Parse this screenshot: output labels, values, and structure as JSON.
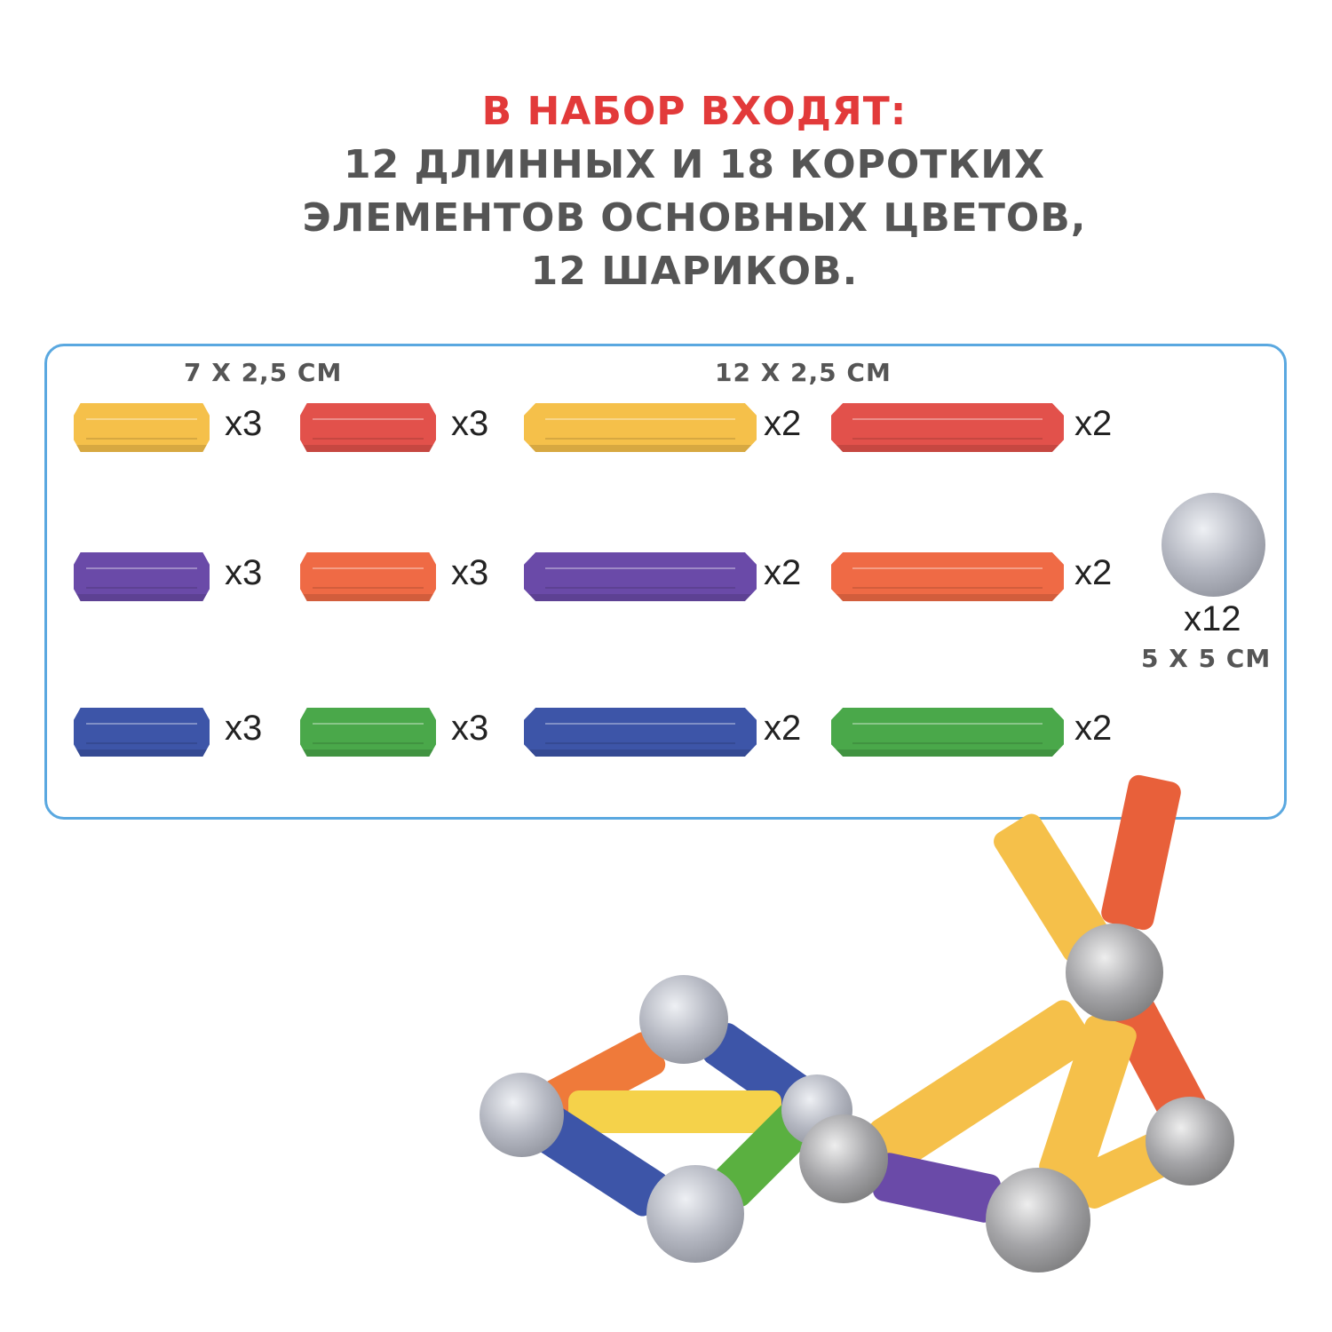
{
  "header": {
    "title": "В НАБОР ВХОДЯТ:",
    "line1": "12 ДЛИННЫХ И 18 КОРОТКИХ",
    "line2": "ЭЛЕМЕНТОВ ОСНОВНЫХ ЦВЕТОВ,",
    "line3": "12 ШАРИКОВ."
  },
  "colors": {
    "title": "#e23a3a",
    "text": "#555555",
    "border": "#5aa8e0"
  },
  "short_size": "7 X 2,5 CM",
  "long_size": "12 X 2,5 CM",
  "short_rods": [
    {
      "color": "#f5c04a",
      "count": "x3"
    },
    {
      "color": "#e2514b",
      "count": "x3"
    },
    {
      "color": "#6a4aa8",
      "count": "x3"
    },
    {
      "color": "#ef6a45",
      "count": "x3"
    },
    {
      "color": "#3d55a8",
      "count": "x3"
    },
    {
      "color": "#4aa84a",
      "count": "x3"
    }
  ],
  "long_rods": [
    {
      "color": "#f5c04a",
      "count": "x2"
    },
    {
      "color": "#e2514b",
      "count": "x2"
    },
    {
      "color": "#6a4aa8",
      "count": "x2"
    },
    {
      "color": "#ef6a45",
      "count": "x2"
    },
    {
      "color": "#3d55a8",
      "count": "x2"
    },
    {
      "color": "#4aa84a",
      "count": "x2"
    }
  ],
  "ball": {
    "count": "x12",
    "size": "5 X 5 CM"
  }
}
